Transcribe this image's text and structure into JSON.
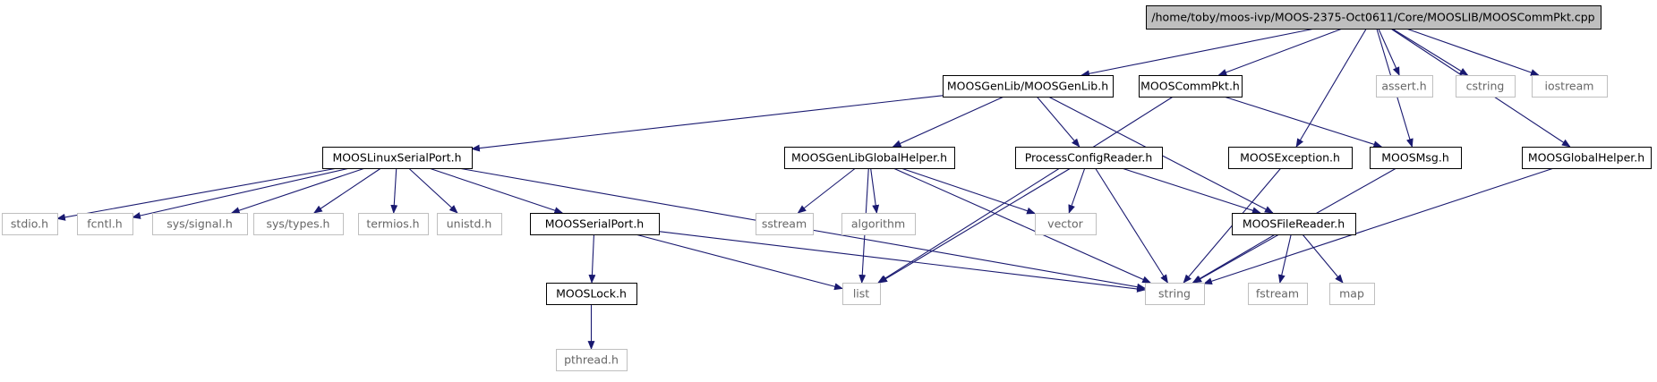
{
  "diagram": {
    "nodes": [
      {
        "id": "root",
        "label": "/home/toby/moos-ivp/MOOS-2375-Oct0611/Core/MOOSLIB/MOOSCommPkt.cpp",
        "kind": "root"
      },
      {
        "id": "genlib",
        "label": "MOOSGenLib/MOOSGenLib.h",
        "kind": "documented"
      },
      {
        "id": "commpkt",
        "label": "MOOSCommPkt.h",
        "kind": "documented"
      },
      {
        "id": "assert",
        "label": "assert.h",
        "kind": "external"
      },
      {
        "id": "cstring",
        "label": "cstring",
        "kind": "external"
      },
      {
        "id": "iostream",
        "label": "iostream",
        "kind": "external"
      },
      {
        "id": "linuxserial",
        "label": "MOOSLinuxSerialPort.h",
        "kind": "documented"
      },
      {
        "id": "genlibglobal",
        "label": "MOOSGenLibGlobalHelper.h",
        "kind": "documented"
      },
      {
        "id": "procconfig",
        "label": "ProcessConfigReader.h",
        "kind": "documented"
      },
      {
        "id": "exception",
        "label": "MOOSException.h",
        "kind": "documented"
      },
      {
        "id": "msg",
        "label": "MOOSMsg.h",
        "kind": "documented"
      },
      {
        "id": "globalhelper",
        "label": "MOOSGlobalHelper.h",
        "kind": "documented"
      },
      {
        "id": "stdio",
        "label": "stdio.h",
        "kind": "external"
      },
      {
        "id": "fcntl",
        "label": "fcntl.h",
        "kind": "external"
      },
      {
        "id": "syssignal",
        "label": "sys/signal.h",
        "kind": "external"
      },
      {
        "id": "systypes",
        "label": "sys/types.h",
        "kind": "external"
      },
      {
        "id": "termios",
        "label": "termios.h",
        "kind": "external"
      },
      {
        "id": "unistd",
        "label": "unistd.h",
        "kind": "external"
      },
      {
        "id": "serialport",
        "label": "MOOSSerialPort.h",
        "kind": "documented"
      },
      {
        "id": "sstream",
        "label": "sstream",
        "kind": "external"
      },
      {
        "id": "algorithm",
        "label": "algorithm",
        "kind": "external"
      },
      {
        "id": "vector",
        "label": "vector",
        "kind": "external"
      },
      {
        "id": "filereader",
        "label": "MOOSFileReader.h",
        "kind": "documented"
      },
      {
        "id": "lock",
        "label": "MOOSLock.h",
        "kind": "documented"
      },
      {
        "id": "list",
        "label": "list",
        "kind": "external"
      },
      {
        "id": "string",
        "label": "string",
        "kind": "external"
      },
      {
        "id": "fstream",
        "label": "fstream",
        "kind": "external"
      },
      {
        "id": "map",
        "label": "map",
        "kind": "external"
      },
      {
        "id": "pthread",
        "label": "pthread.h",
        "kind": "external"
      }
    ],
    "edges": [
      [
        "root",
        "genlib"
      ],
      [
        "root",
        "commpkt"
      ],
      [
        "root",
        "exception"
      ],
      [
        "root",
        "msg"
      ],
      [
        "root",
        "assert"
      ],
      [
        "root",
        "cstring"
      ],
      [
        "root",
        "iostream"
      ],
      [
        "root",
        "globalhelper"
      ],
      [
        "genlib",
        "linuxserial"
      ],
      [
        "genlib",
        "genlibglobal"
      ],
      [
        "genlib",
        "procconfig"
      ],
      [
        "genlib",
        "filereader"
      ],
      [
        "commpkt",
        "list"
      ],
      [
        "commpkt",
        "msg"
      ],
      [
        "linuxserial",
        "stdio"
      ],
      [
        "linuxserial",
        "fcntl"
      ],
      [
        "linuxserial",
        "syssignal"
      ],
      [
        "linuxserial",
        "systypes"
      ],
      [
        "linuxserial",
        "termios"
      ],
      [
        "linuxserial",
        "unistd"
      ],
      [
        "linuxserial",
        "serialport"
      ],
      [
        "linuxserial",
        "string"
      ],
      [
        "serialport",
        "lock"
      ],
      [
        "serialport",
        "list"
      ],
      [
        "serialport",
        "string"
      ],
      [
        "lock",
        "pthread"
      ],
      [
        "genlibglobal",
        "sstream"
      ],
      [
        "genlibglobal",
        "algorithm"
      ],
      [
        "genlibglobal",
        "vector"
      ],
      [
        "genlibglobal",
        "list"
      ],
      [
        "genlibglobal",
        "string"
      ],
      [
        "procconfig",
        "vector"
      ],
      [
        "procconfig",
        "list"
      ],
      [
        "procconfig",
        "string"
      ],
      [
        "procconfig",
        "filereader"
      ],
      [
        "exception",
        "string"
      ],
      [
        "msg",
        "string"
      ],
      [
        "filereader",
        "string"
      ],
      [
        "filereader",
        "fstream"
      ],
      [
        "filereader",
        "map"
      ],
      [
        "globalhelper",
        "string"
      ]
    ],
    "colors": {
      "root_fill": "#bfbfbf",
      "documented_stroke": "#000000",
      "external_stroke": "#bfbfbf",
      "external_text": "#666666",
      "edge": "#191970"
    }
  }
}
